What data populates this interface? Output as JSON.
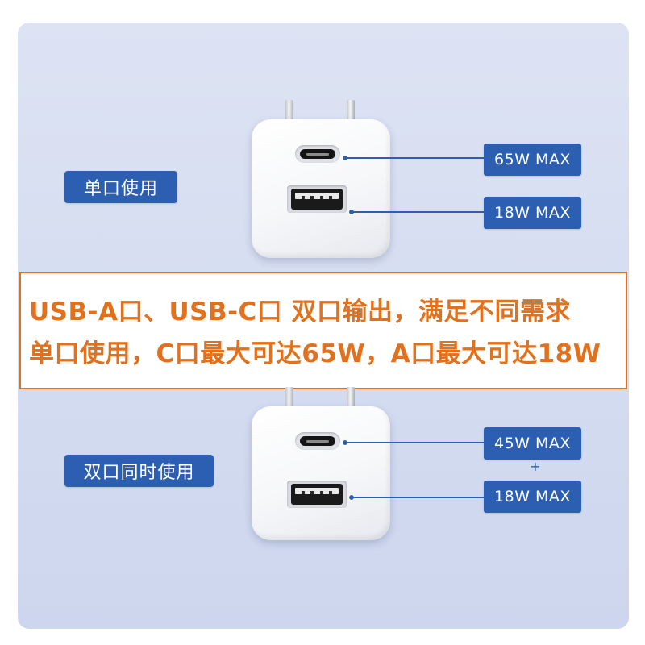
{
  "top": {
    "mode_label": "单口使用",
    "usbc_spec": "65W MAX",
    "usba_spec": "18W MAX"
  },
  "banner": {
    "line1": "USB-A口、USB-C口 双口输出，满足不同需求",
    "line2": "单口使用，C口最大可达65W，A口最大可达18W"
  },
  "bottom": {
    "mode_label": "双口同时使用",
    "usbc_spec": "45W MAX",
    "plus": "+",
    "usba_spec": "18W MAX"
  },
  "colors": {
    "accent_blue": "#2c5fb1",
    "banner_orange": "#e2711d",
    "panel_bg": "#d4dcf0"
  },
  "icons": [
    "usb-c-port-icon",
    "usb-a-port-icon",
    "plug-prong-icon"
  ]
}
